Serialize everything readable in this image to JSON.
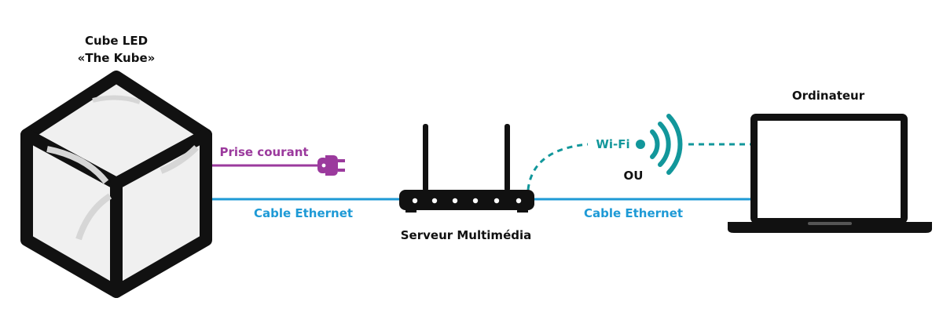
{
  "colors": {
    "ethernet": "#1e9ad6",
    "power": "#9b3a9d",
    "wifi": "#12979b",
    "dark": "#111111",
    "cube_face": "#f0f0f0"
  },
  "icons": [
    "led-cube-icon",
    "power-plug-icon",
    "router-icon",
    "wifi-signal-icon",
    "laptop-icon"
  ],
  "cube": {
    "title_line1": "Cube LED",
    "title_line2": "«The Kube»"
  },
  "power": {
    "label": "Prise courant"
  },
  "ethernet_left": {
    "label": "Cable Ethernet"
  },
  "router": {
    "label": "Serveur Multimédia"
  },
  "ethernet_right": {
    "label": "Cable Ethernet"
  },
  "wifi": {
    "label": "Wi-Fi",
    "alt": "OU"
  },
  "computer": {
    "label": "Ordinateur"
  }
}
